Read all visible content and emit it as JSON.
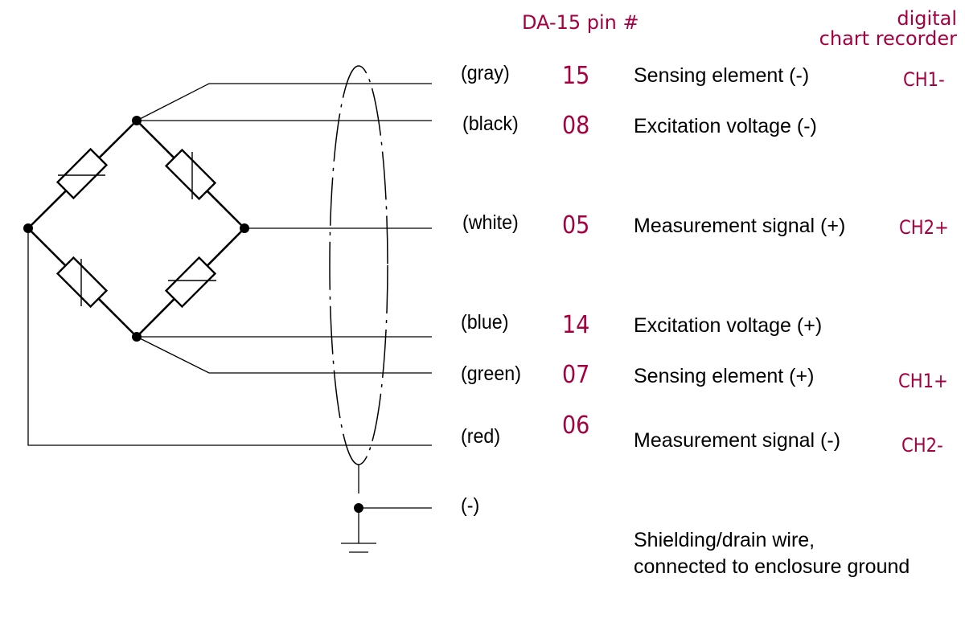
{
  "header": {
    "pin_column_title": "DA-15 pin #",
    "recorder_column_title_line1": "digital",
    "recorder_column_title_line2": "chart recorder"
  },
  "accent_color": "#a50040",
  "connections": [
    {
      "wire_color": "(gray)",
      "pin": "15",
      "function": "Sensing element (-)",
      "recorder_channel": "CH1-"
    },
    {
      "wire_color": "(black)",
      "pin": "08",
      "function": "Excitation voltage (-)",
      "recorder_channel": ""
    },
    {
      "wire_color": "(white)",
      "pin": "05",
      "function": "Measurement signal (+)",
      "recorder_channel": "CH2+"
    },
    {
      "wire_color": "(blue)",
      "pin": "14",
      "function": "Excitation voltage (+)",
      "recorder_channel": ""
    },
    {
      "wire_color": "(green)",
      "pin": "07",
      "function": "Sensing element (+)",
      "recorder_channel": "CH1+"
    },
    {
      "wire_color": "(red)",
      "pin": "06",
      "function": "Measurement signal (-)",
      "recorder_channel": "CH2-"
    }
  ],
  "shield": {
    "wire_label": "(-)",
    "description_line1": "Shielding/drain wire,",
    "description_line2": "connected to enclosure ground"
  },
  "diagram": {
    "bridge_type": "Wheatstone full bridge (4 strain gauges)",
    "symbols": [
      "strain-gauge-resistor",
      "junction-node",
      "cable-shield",
      "ground-symbol"
    ]
  }
}
